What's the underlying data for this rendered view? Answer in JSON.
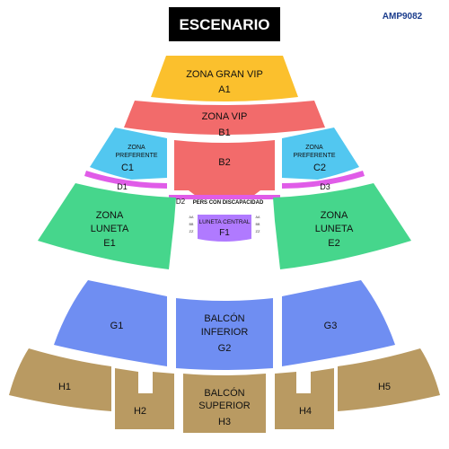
{
  "map": {
    "stage_label": "ESCENARIO",
    "map_code": "AMP9082",
    "colors": {
      "gold": "#fbc02d",
      "salmon": "#f26b6b",
      "cyan": "#52c7f0",
      "magenta": "#e05ce8",
      "green": "#46d68c",
      "purple": "#b07aff",
      "blue": "#6f8ef2",
      "tan": "#b99a62",
      "stage": "#000000"
    },
    "sections": {
      "a1": {
        "name": "ZONA GRAN VIP",
        "code": "A1"
      },
      "b1": {
        "name": "ZONA VIP",
        "code": "B1"
      },
      "b2": {
        "code": "B2"
      },
      "c1": {
        "name_line1": "ZONA",
        "name_line2": "PREFERENTE",
        "code": "C1"
      },
      "c2": {
        "name_line1": "ZONA",
        "name_line2": "PREFERENTE",
        "code": "C2"
      },
      "d1": {
        "code": "D1"
      },
      "d2": {
        "code": "D2",
        "note": "PERS CON DISCAPACIDAD"
      },
      "d3": {
        "code": "D3"
      },
      "e1": {
        "name_line1": "ZONA",
        "name_line2": "LUNETA",
        "code": "E1"
      },
      "e2": {
        "name_line1": "ZONA",
        "name_line2": "LUNETA",
        "code": "E2"
      },
      "f1": {
        "name": "LUNETA CENTRAL",
        "code": "F1"
      },
      "g1": {
        "code": "G1"
      },
      "g2": {
        "name_line1": "BALCÓN",
        "name_line2": "INFERIOR",
        "code": "G2"
      },
      "g3": {
        "code": "G3"
      },
      "h1": {
        "code": "H1"
      },
      "h2": {
        "code": "H2"
      },
      "h3": {
        "name_line1": "BALCÓN",
        "name_line2": "SUPERIOR",
        "code": "H3"
      },
      "h4": {
        "code": "H4"
      },
      "h5": {
        "code": "H5"
      }
    },
    "row_labels": {
      "f1_left": [
        "AA",
        "BB",
        "ZZ"
      ],
      "f1_right": [
        "AA",
        "BB",
        "ZZ"
      ]
    }
  }
}
